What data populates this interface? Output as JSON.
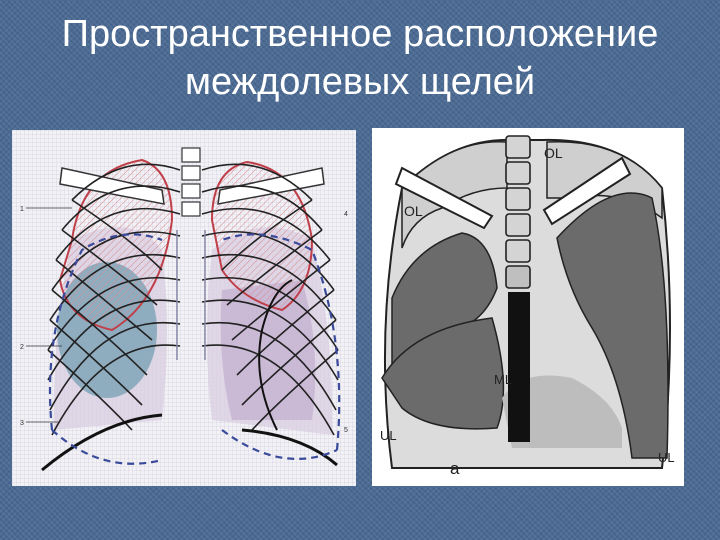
{
  "slide": {
    "title_line1": "Пространственное расположение",
    "title_line2": "междолевых щелей"
  },
  "left_figure": {
    "markers": [
      "1",
      "2",
      "3",
      "4",
      "5"
    ]
  },
  "right_figure": {
    "labels": {
      "ol_top_right": "OL",
      "ol_left": "OL",
      "ml": "ML",
      "ul_left": "UL",
      "ul_right": "UL",
      "caption": "a"
    }
  },
  "colors": {
    "background": "#4a6a94",
    "title": "#ffffff",
    "upper_lobe_red": "#c0404a",
    "blue_dashed": "#3a4a9a",
    "lobe_gray": "#6b6b6b"
  }
}
